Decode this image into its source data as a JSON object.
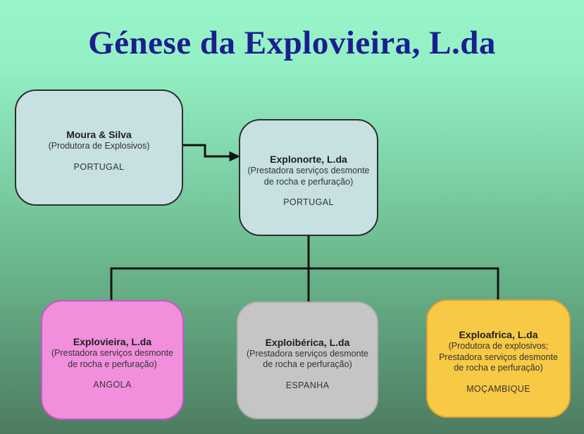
{
  "title": "Génese da Explovieira, L.da",
  "colors": {
    "background_top": "#98f5c9",
    "background_bottom": "#4d7c61",
    "title_text": "#1d1d90",
    "connector_line": "#141414"
  },
  "nodes": {
    "moura": {
      "name": "Moura & Silva",
      "desc_lines": [
        "(Produtora de Explosivos)"
      ],
      "country": "PORTUGAL",
      "fill": "#c7e0e2",
      "border": "#2e2e2e"
    },
    "explonorte": {
      "name": "Explonorte, L.da",
      "desc_lines": [
        "(Prestadora serviços desmonte",
        "de rocha e perfuração)"
      ],
      "country": "PORTUGAL",
      "fill": "#c7e0e2",
      "border": "#2e2e2e"
    },
    "explovieira": {
      "name": "Explovieira, L.da",
      "desc_lines": [
        "(Prestadora serviços desmonte",
        "de rocha e perfuração)"
      ],
      "country": "ANGOLA",
      "fill": "#f18fdc",
      "border": "#c657cb"
    },
    "exploiberica": {
      "name": "Exploibérica, L.da",
      "desc_lines": [
        "(Prestadora serviços desmonte",
        "de rocha e perfuração)"
      ],
      "country": "ESPANHA",
      "fill": "#c5c5c5",
      "border": "#b0b0b0"
    },
    "exploafrica": {
      "name": "Exploafrica, L.da",
      "desc_lines": [
        "(Produtora de explosivos;",
        "Prestadora serviços desmonte",
        "de rocha e perfuração)"
      ],
      "country": "MOÇAMBIQUE",
      "fill": "#f8c945",
      "border": "#e0a232"
    }
  }
}
